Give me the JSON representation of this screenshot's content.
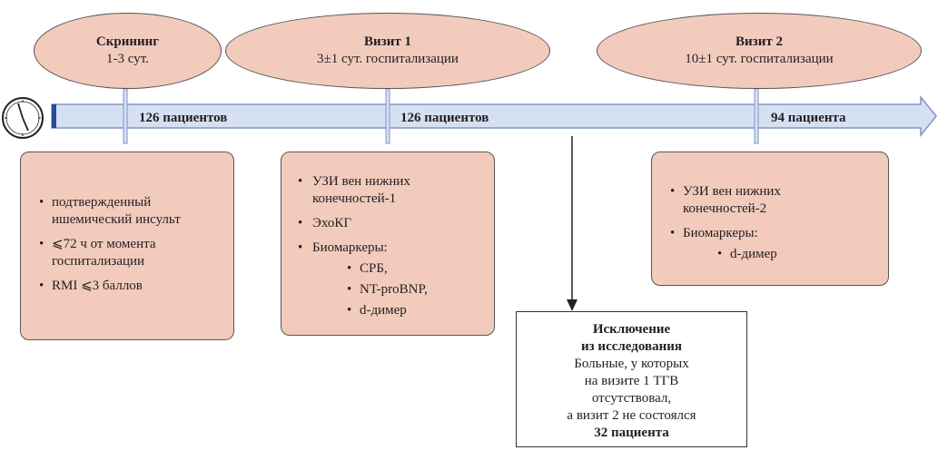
{
  "stages": [
    {
      "title": "Скрининг",
      "subtitle": "1-3 сут."
    },
    {
      "title": "Визит 1",
      "subtitle": "3±1 сут. госпитализации"
    },
    {
      "title": "Визит 2",
      "subtitle": "10±1 сут. госпитализации"
    }
  ],
  "counts": [
    "126 пациентов",
    "126 пациентов",
    "94 пациента"
  ],
  "screening_box": {
    "items": [
      "подтвержденный ишемический инсульт",
      "⩽72 ч от момента госпитализации",
      "RMI ⩽3 баллов"
    ]
  },
  "visit1_box": {
    "items": [
      "УЗИ вен нижних конечностей-1",
      "ЭхоКГ",
      "Биомаркеры:"
    ],
    "subitems": [
      "СРБ,",
      "NT-proBNP,",
      "d-димер"
    ]
  },
  "visit2_box": {
    "items": [
      "УЗИ вен нижних конечностей-2",
      "Биомаркеры:"
    ],
    "subitems": [
      "d-димер"
    ]
  },
  "exclusion": {
    "title_line1": "Исключение",
    "title_line2": "из исследования",
    "text_lines": [
      "Больные, у которых",
      "на визите 1 ТГВ",
      "отсутствовал,",
      "а визит 2 не состоялся"
    ],
    "count": "32 пациента"
  },
  "bullet": "•",
  "icons": {
    "clock": "clock-icon"
  }
}
